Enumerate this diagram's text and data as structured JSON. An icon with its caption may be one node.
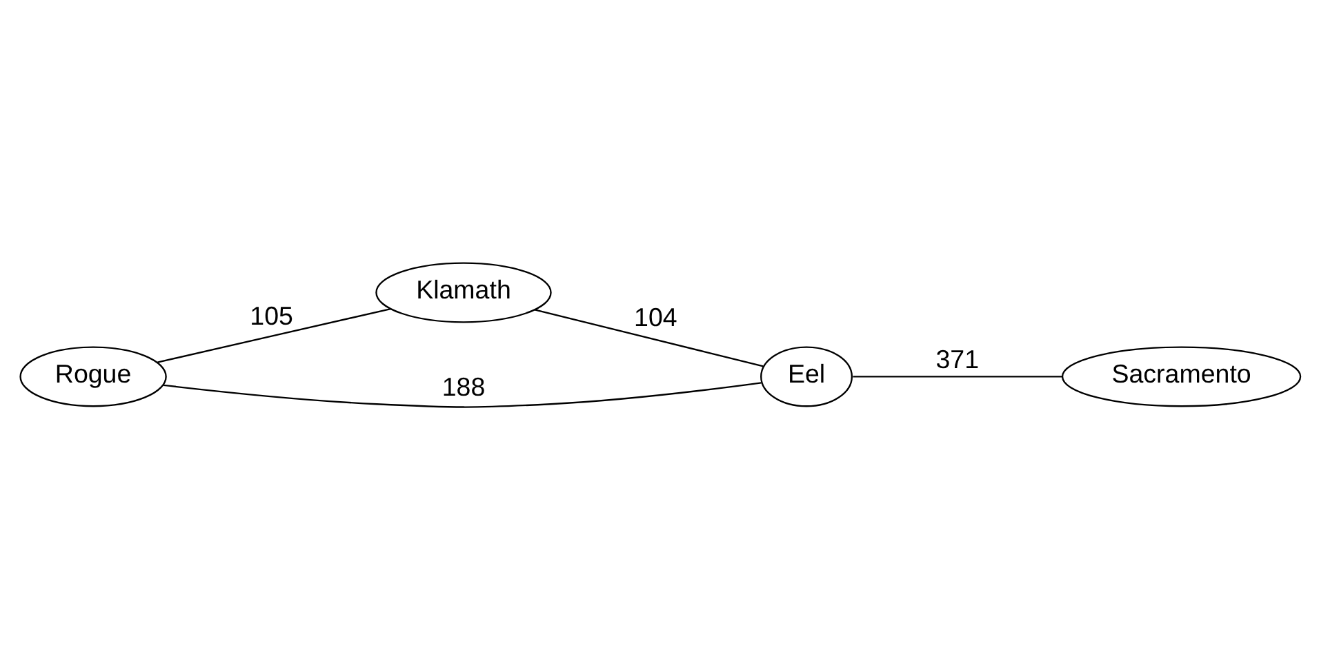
{
  "diagram": {
    "nodes": [
      {
        "text": [
          "Rogue"
        ]
      },
      {
        "text": [
          "Klamath"
        ]
      },
      {
        "text": [
          "Eel"
        ]
      },
      {
        "text": [
          "Sacramento"
        ]
      }
    ],
    "edges": [
      {
        "from": 0,
        "to": 1,
        "arrow": "none",
        "label": "105"
      },
      {
        "from": 0,
        "to": 2,
        "arrow": "none",
        "label": "188"
      },
      {
        "from": 1,
        "to": 2,
        "arrow": "none",
        "label": "104"
      },
      {
        "from": 2,
        "to": 3,
        "arrow": "none",
        "label": "371"
      }
    ]
  }
}
